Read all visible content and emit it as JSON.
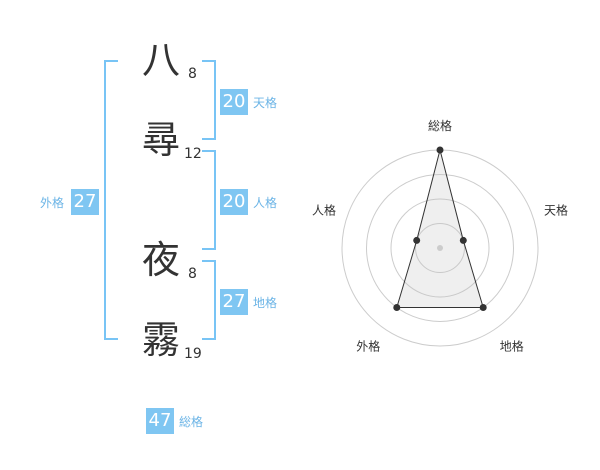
{
  "name": {
    "chars": [
      {
        "char": "八",
        "strokes": "8"
      },
      {
        "char": "尋",
        "strokes": "12"
      },
      {
        "char": "夜",
        "strokes": "8"
      },
      {
        "char": "霧",
        "strokes": "19"
      }
    ]
  },
  "kaku": {
    "tenkaku": {
      "value": "20",
      "label": "天格"
    },
    "jinkaku": {
      "value": "20",
      "label": "人格"
    },
    "chikaku": {
      "value": "27",
      "label": "地格"
    },
    "gaikaku": {
      "value": "27",
      "label": "外格"
    },
    "soukaku": {
      "value": "47",
      "label": "総格"
    }
  },
  "radar": {
    "labels": [
      "総格",
      "天格",
      "地格",
      "外格",
      "人格"
    ],
    "values": [
      4,
      1,
      3,
      3,
      1
    ],
    "max": 4,
    "rings": 4
  },
  "colors": {
    "accent": "#7fc6f2",
    "bracket": "#78c4f5",
    "label": "#6bb4e6"
  }
}
